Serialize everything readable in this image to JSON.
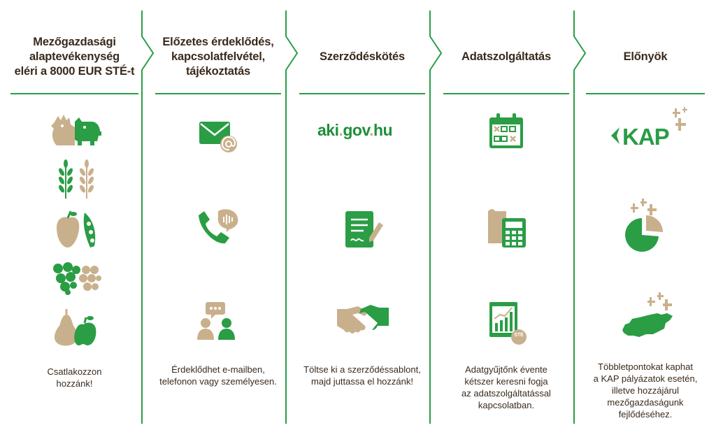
{
  "colors": {
    "green": "#2a9d45",
    "tan": "#c9b08c",
    "text": "#3a2a1c"
  },
  "columns": [
    {
      "heading": "Mezőgazdasági\nalaptevékenység\neléri a 8000 EUR STÉ-t",
      "description": "Csatlakozzon\nhozzánk!",
      "icons": [
        "rooster-pig-icon",
        "wheat-icon",
        "fruit-peapod-icon",
        "grapes-icon",
        "pear-apple-icon"
      ]
    },
    {
      "heading": "Előzetes érdeklődés,\nkapcsolatfelvétel,\ntájékoztatás",
      "description": "Érdeklődhet e-mailben,\ntelefonon vagy  személyesen.",
      "icons": [
        "email-icon",
        "phone-icon",
        "people-chat-icon"
      ]
    },
    {
      "heading": "Szerződéskötés",
      "description": "Töltse ki a szerződéssablont,\nmajd juttassa el hozzánk!",
      "logo": {
        "part1": "aki",
        "sep1": ".",
        "part2": "gov",
        "sep2": ".",
        "part3": "hu"
      },
      "icons": [
        "aki-logo",
        "contract-icon",
        "handshake-icon"
      ]
    },
    {
      "heading": "Adatszolgáltatás",
      "description": "Adatgyűjtőnk évente\nkétszer keresni fogja\naz adatszolgáltatással\nkapcsolatban.",
      "icons": [
        "calendar-icon",
        "calculator-icon",
        "report-chart-icon"
      ],
      "badge": "STÉ"
    },
    {
      "heading": "Előnyök",
      "description": "Többletpontokat kaphat\na KAP pályázatok esetén,\nilletve hozzájárul\nmezőgazdaságunk\nfejlődéséhez.",
      "logo_text": "KAP",
      "icons": [
        "kap-logo",
        "pie-chart-icon",
        "hungary-map-icon"
      ]
    }
  ]
}
